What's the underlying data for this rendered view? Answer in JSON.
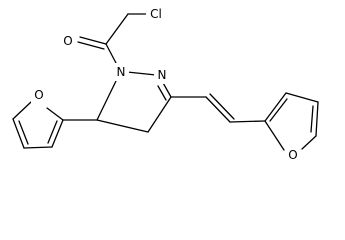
{
  "molecule": {
    "atoms": {
      "chlorine": "Cl",
      "carbonyl_oxygen": "O",
      "pyrazoline_n1": "N",
      "pyrazoline_n2": "N",
      "left_furan_oxygen": "O",
      "right_furan_oxygen": "O"
    },
    "colors": {
      "bond": "#000000",
      "atom_label": "#000000",
      "background": "#ffffff"
    }
  }
}
